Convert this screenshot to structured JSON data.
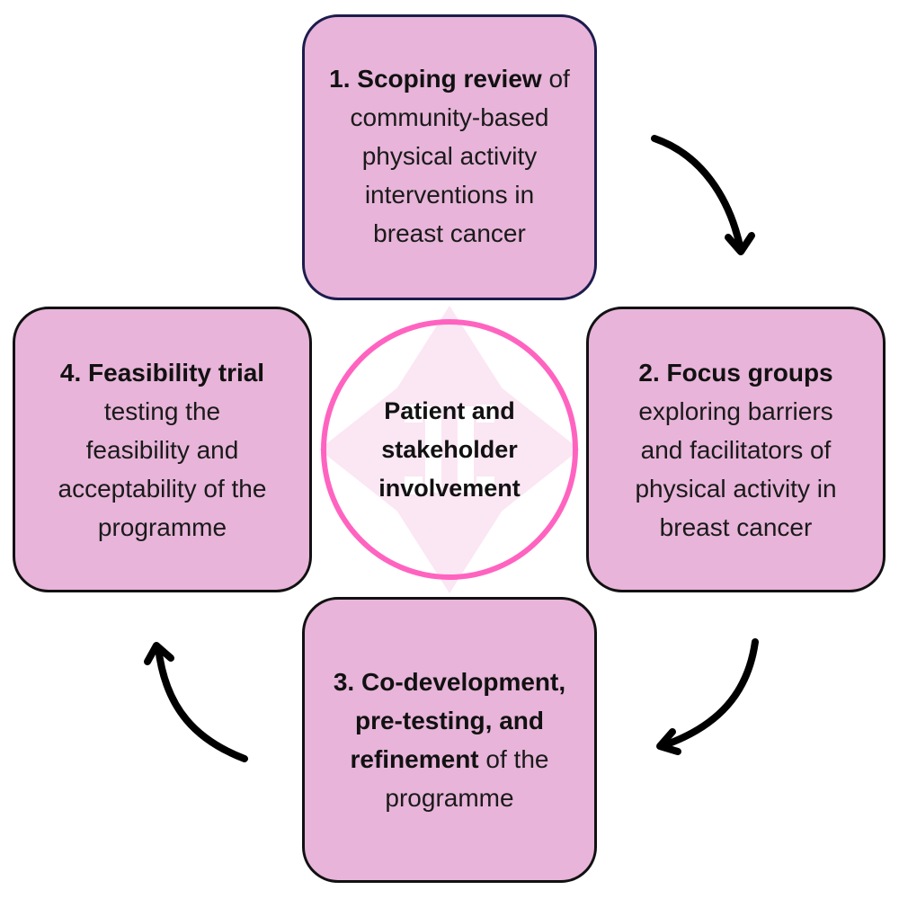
{
  "diagram": {
    "type": "cycle",
    "center": {
      "label_lines": [
        "Patient and",
        "stakeholder",
        "involvement"
      ],
      "border_color": "#ff63c0"
    },
    "box_fill_color": "#e8b4d9",
    "steps": [
      {
        "number": 1,
        "bold": "1. Scoping review",
        "text": "of community-based physical activity interventions in breast cancer",
        "lines": [
          {
            "bold": "1. Scoping review",
            "normal": " of"
          },
          {
            "bold": "",
            "normal": "community-based"
          },
          {
            "bold": "",
            "normal": "physical activity"
          },
          {
            "bold": "",
            "normal": "interventions in"
          },
          {
            "bold": "",
            "normal": "breast cancer"
          }
        ]
      },
      {
        "number": 2,
        "bold": "2. Focus groups",
        "text": "exploring barriers and facilitators of physical activity in breast cancer",
        "lines": [
          {
            "bold": "2. Focus groups",
            "normal": ""
          },
          {
            "bold": "",
            "normal": "exploring barriers"
          },
          {
            "bold": "",
            "normal": "and facilitators of"
          },
          {
            "bold": "",
            "normal": "physical activity in"
          },
          {
            "bold": "",
            "normal": "breast cancer"
          }
        ]
      },
      {
        "number": 3,
        "bold": "3. Co-development, pre-testing, and refinement",
        "text": "of the programme",
        "lines": [
          {
            "bold": "3. Co-development,",
            "normal": ""
          },
          {
            "bold": "pre-testing, and",
            "normal": ""
          },
          {
            "bold": "refinement",
            "normal": " of the"
          },
          {
            "bold": "",
            "normal": "programme"
          }
        ]
      },
      {
        "number": 4,
        "bold": "4. Feasibility trial",
        "text": "testing the feasibility and acceptability of the programme",
        "lines": [
          {
            "bold": "4. Feasibility trial",
            "normal": ""
          },
          {
            "bold": "",
            "normal": "testing the"
          },
          {
            "bold": "",
            "normal": "feasibility and"
          },
          {
            "bold": "",
            "normal": "acceptability of the"
          },
          {
            "bold": "",
            "normal": "programme"
          }
        ]
      }
    ],
    "arrows": [
      {
        "from": 1,
        "to": 2,
        "icon": "curved-arrow-icon"
      },
      {
        "from": 2,
        "to": 3,
        "icon": "curved-arrow-icon"
      },
      {
        "from": 3,
        "to": 4,
        "icon": "curved-arrow-icon"
      }
    ]
  }
}
